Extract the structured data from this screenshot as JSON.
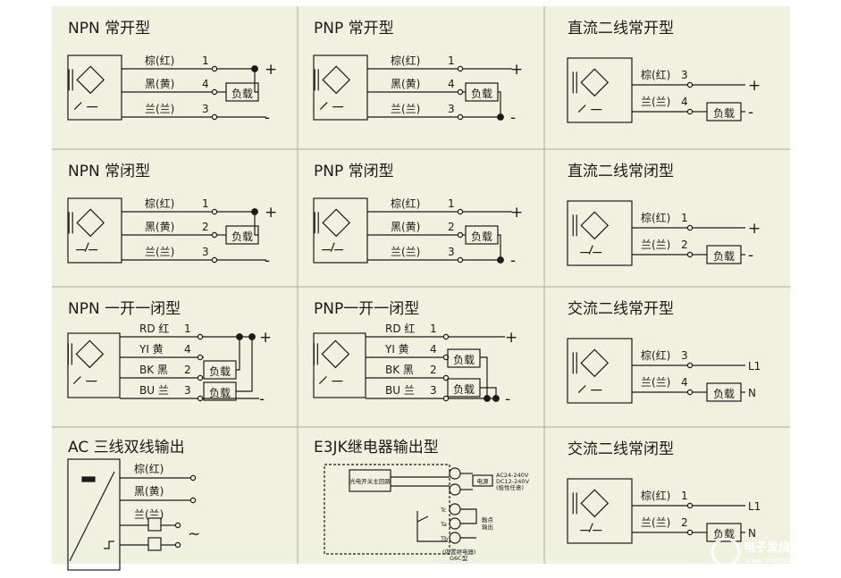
{
  "colors": {
    "background": "#f1f1e0",
    "grid": "#b9b9a6",
    "ink": "#1a1a1a",
    "page": "#ffffff"
  },
  "cells": {
    "r0c0": {
      "title": "NPN 常开型",
      "w1": "棕(红)",
      "n1": "1",
      "w2": "黑(黄)",
      "n2": "4",
      "w3": "兰(兰)",
      "n3": "3",
      "load": "负载",
      "plus": "+",
      "minus": "-"
    },
    "r0c1": {
      "title": "PNP 常开型",
      "w1": "棕(红)",
      "n1": "1",
      "w2": "黑(黄)",
      "n2": "4",
      "w3": "兰(兰)",
      "n3": "3",
      "load": "负载",
      "plus": "+",
      "minus": "-"
    },
    "r0c2": {
      "title": "直流二线常开型",
      "w1": "棕(红)",
      "n1": "3",
      "w2": "兰(兰)",
      "n2": "4",
      "load": "负载",
      "plus": "+",
      "minus": "-"
    },
    "r1c0": {
      "title": "NPN 常闭型",
      "w1": "棕(红)",
      "n1": "1",
      "w2": "黑(黄)",
      "n2": "2",
      "w3": "兰(兰)",
      "n3": "3",
      "load": "负载",
      "plus": "+",
      "minus": "-"
    },
    "r1c1": {
      "title": "PNP 常闭型",
      "w1": "棕(红)",
      "n1": "1",
      "w2": "黑(黄)",
      "n2": "2",
      "w3": "兰(兰)",
      "n3": "3",
      "load": "负载",
      "plus": "+",
      "minus": "-"
    },
    "r1c2": {
      "title": "直流二线常闭型",
      "w1": "棕(红)",
      "n1": "1",
      "w2": "兰(兰)",
      "n2": "2",
      "load": "负载",
      "plus": "+",
      "minus": "-"
    },
    "r2c0": {
      "title": "NPN 一开一闭型",
      "w1": "RD 红",
      "n1": "1",
      "w2": "YI 黄",
      "n2": "4",
      "w3": "BK 黑",
      "n3": "2",
      "w4": "BU 兰",
      "n4": "3",
      "load1": "负载",
      "load2": "负载",
      "plus": "+",
      "minus": "-"
    },
    "r2c1": {
      "title": "PNP一开一闭型",
      "w1": "RD 红",
      "n1": "1",
      "w2": "YI 黄",
      "n2": "4",
      "w3": "BK 黑",
      "n3": "2",
      "w4": "BU 兰",
      "n4": "3",
      "load1": "负载",
      "load2": "负载",
      "plus": "+",
      "minus": "-"
    },
    "r2c2": {
      "title": "交流二线常开型",
      "w1": "棕(红)",
      "n1": "3",
      "w2": "兰(兰)",
      "n2": "4",
      "load": "负载",
      "l1": "L1",
      "n": "N"
    },
    "r3c0": {
      "title": "AC 三线双线输出",
      "w1": "棕(红)",
      "w2": "黑(黄)",
      "w3": "兰(兰)",
      "ac": "~"
    },
    "r3c1": {
      "title": "E3JK继电器输出型",
      "box": "光电开关主回路",
      "power": "电源",
      "v1": "AC24-240V",
      "v2": "DC12-240V",
      "v3": "(极性任意)",
      "tc": "Tc",
      "ta": "Ta",
      "tb": "Tb",
      "contact1": "触点",
      "contact2": "输出",
      "relay1": "(内置继电器)",
      "relay2": "G6C型"
    },
    "r3c2": {
      "title": "交流二线常闭型",
      "w1": "棕(红)",
      "n1": "1",
      "w2": "兰(兰)",
      "n2": "2",
      "load": "负载",
      "l1": "L1",
      "n": "N"
    }
  },
  "watermark": {
    "text": "电子发烧友",
    "url": "www.elecfans.com",
    "icon": "elecfans-logo-icon"
  }
}
